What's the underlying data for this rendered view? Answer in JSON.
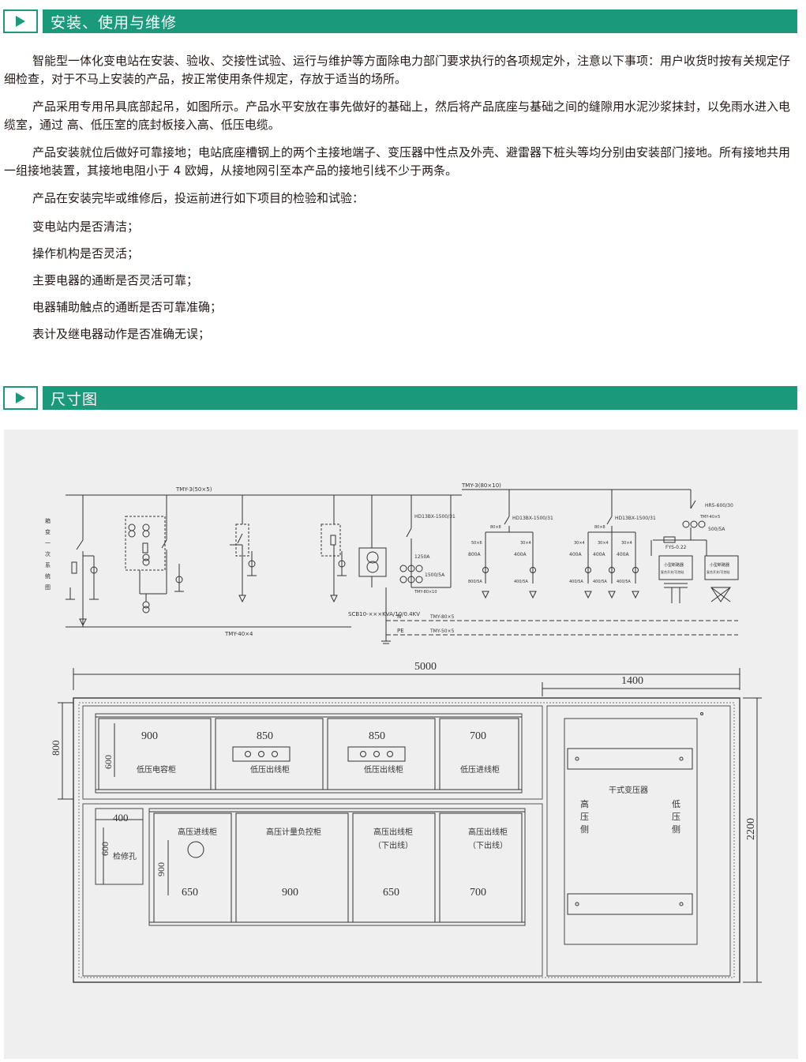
{
  "section1": {
    "title": "安装、使用与维修",
    "paragraphs": [
      "智能型一体化变电站在安装、验收、交接性试验、运行与维护等方面除电力部门要求执行的各项规定外，注意以下事项：用户收货时按有关规定仔细检查，对于不马上安装的产品，按正常使用条件规定，存放于适当的场所。",
      "产品采用专用吊具底部起吊，如图所示。产品水平安放在事先做好的基础上，然后将产品底座与基础之间的缝隙用水泥沙浆抹封，以免雨水进入电缆室，通过 高、低压室的底封板接入高、低压电缆。",
      "产品安装就位后做好可靠接地；电站底座槽钢上的两个主接地端子、变压器中性点及外壳、避雷器下桩头等均分别由安装部门接地。所有接地共用一组接地装置，其接地电阻小于 4 欧姆，从接地网引至本产品的接地引线不少于两条。",
      "产品在安装完毕或维修后，投运前进行如下项目的检验和试验："
    ],
    "items": [
      "变电站内是否清洁；",
      "操作机构是否灵活；",
      "主要电器的通断是否灵活可靠；",
      "电器辅助触点的通断是否可靠准确；",
      "表计及继电器动作是否准确无误；"
    ]
  },
  "section2": {
    "title": "尺寸图"
  },
  "icons": {
    "section_marker": "play-triangle-icon"
  },
  "colors": {
    "accent": "#1a9a7b",
    "figure_bg": "#efefef",
    "line": "#333333"
  },
  "schematic": {
    "side_label": "箱变一次系统图",
    "busbar_top_left": "TMY-3(50×5)",
    "busbar_top_right": "TMY-3(80×10)",
    "busbar_bottom": "TMY-40×4",
    "transformer": "SCB10-×××KVA/10/0.4KV",
    "n_line": "N",
    "pe_line": "PE",
    "n_bus": "TMY-80×5",
    "pe_bus": "TMY-50×5",
    "incoming_switch": "HD13BX-1500/31",
    "incoming_breaker": "1250A",
    "incoming_ct": "1500/5A",
    "incoming_bus": "TMY-80×10",
    "feeder1_switch": "HD13BX-1500/31",
    "feeder1_bus": "80×8",
    "feeder1_branch_bus": [
      "50×6",
      "30×4"
    ],
    "feeder1_breakers": [
      "800A",
      "400A"
    ],
    "feeder1_cts": [
      "800/5A",
      "400/5A"
    ],
    "feeder2_switch": "HD13BX-1500/31",
    "feeder2_bus": "80×8",
    "feeder2_branch_bus": [
      "30×4",
      "30×4",
      "30×4"
    ],
    "feeder2_breakers": [
      "400A",
      "400A",
      "400A"
    ],
    "feeder2_cts": [
      "400/5A",
      "400/5A",
      "400/5A"
    ],
    "cap_switch": "HR5-600/30",
    "cap_bus": "TMY-40×5",
    "cap_ct": "500/5A",
    "arrester": "FYS-0.22",
    "cap_box_label": "小型断路器",
    "cap_box_sub": "复合开关/可控硅"
  },
  "layout": {
    "total_width": "5000",
    "transformer_width": "1400",
    "height_total": "2200",
    "depth_low": "800",
    "low_panel_depth": "600",
    "low_panels": [
      {
        "width": "900",
        "label": "低压电容柜"
      },
      {
        "width": "850",
        "label": "低压出线柜"
      },
      {
        "width": "850",
        "label": "低压出线柜"
      },
      {
        "width": "700",
        "label": "低压进线柜"
      }
    ],
    "inspection_width": "400",
    "inspection_depth": "600",
    "inspection_label": "检修孔",
    "high_depth": "900",
    "high_panels": [
      {
        "width": "650",
        "label": "高压进线柜",
        "sub": ""
      },
      {
        "width": "900",
        "label": "高压计量负控柜",
        "sub": ""
      },
      {
        "width": "650",
        "label": "高压出线柜",
        "sub": "（下出线）"
      },
      {
        "width": "700",
        "label": "高压出线柜",
        "sub": "（下出线）"
      }
    ],
    "transformer_label": "干式变压器",
    "hv_side": [
      "高",
      "压",
      "侧"
    ],
    "lv_side": [
      "低",
      "压",
      "侧"
    ]
  }
}
